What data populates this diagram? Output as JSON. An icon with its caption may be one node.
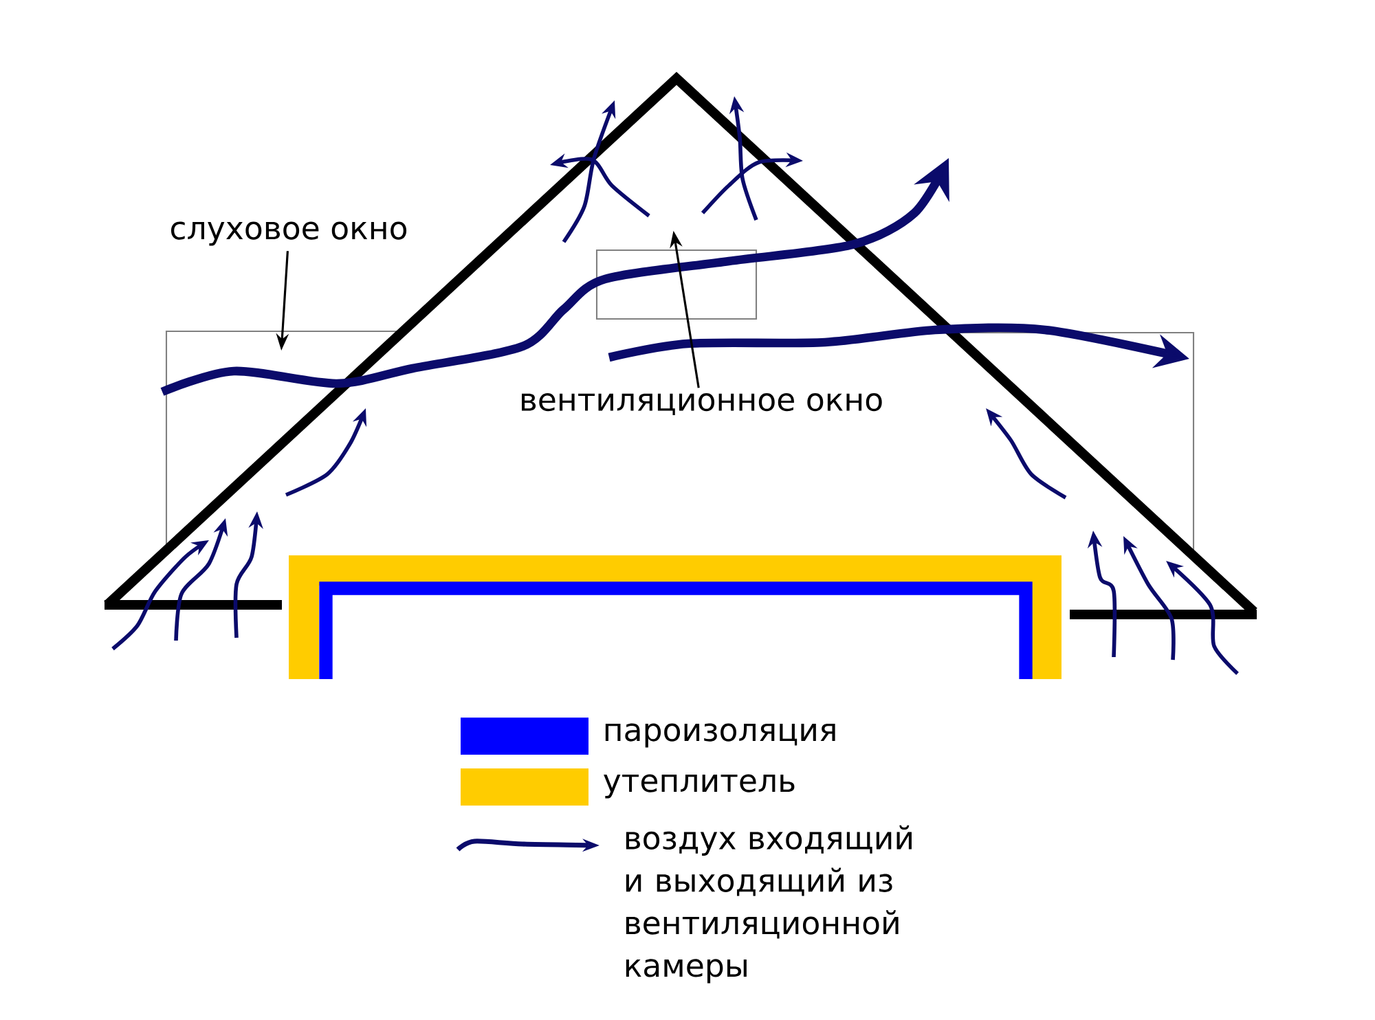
{
  "diagram": {
    "nodes": [
      {
        "text": [
          "слуховое окно"
        ]
      },
      {
        "text": [],
        "shape": "box"
      },
      {
        "text": [
          "вентиляционное окно"
        ]
      },
      {
        "text": [],
        "shape": "box"
      },
      {
        "text": [],
        "shape": "box"
      }
    ],
    "edges": [
      {
        "from": 0,
        "to": 1,
        "arrow": "to"
      },
      {
        "from": 2,
        "to": 3,
        "arrow": "to"
      }
    ],
    "legend": [
      {
        "text": "пароизоляция",
        "color": "#0000ff"
      },
      {
        "text": "утеплитель",
        "color": "#ffcc00"
      },
      {
        "text": "воздух входящий и выходящий из вентиляционной камеры"
      }
    ]
  }
}
